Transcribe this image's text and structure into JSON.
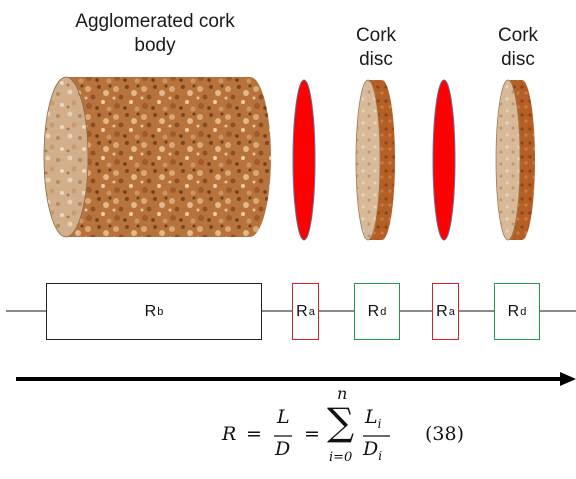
{
  "labels": {
    "body": "Agglomerated cork body",
    "disc_1": "Cork disc",
    "disc_2": "Cork disc"
  },
  "resistors": {
    "body": {
      "main": "R",
      "sub": "b"
    },
    "adhesive_1": {
      "main": "R",
      "sub": "a"
    },
    "disc_1": {
      "main": "R",
      "sub": "d"
    },
    "adhesive_2": {
      "main": "R",
      "sub": "a"
    },
    "disc_2": {
      "main": "R",
      "sub": "d"
    }
  },
  "formula": {
    "lhs": "R",
    "eq": "=",
    "frac1_num": "L",
    "frac1_den": "D",
    "sum_upper": "n",
    "sum_lower": "i=0",
    "sum_symbol": "∑",
    "frac2_num": "L",
    "frac2_num_sub": "i",
    "frac2_den": "D",
    "frac2_den_sub": "i",
    "number": "(38)"
  },
  "colors": {
    "adhesive_fill": "#ff0000",
    "adhesive_resistor_border": "#e02020",
    "disc_resistor_border": "#1f9a48",
    "cork_light": "#d8b48c",
    "cork_dark": "#a0522d",
    "arrow": "#000000"
  }
}
